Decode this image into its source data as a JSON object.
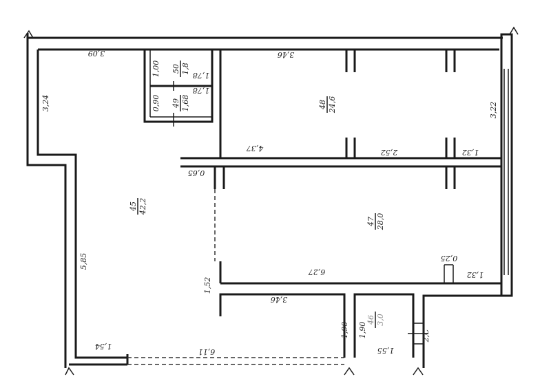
{
  "plan": {
    "rooms": [
      {
        "number": "45",
        "area": "42,2"
      },
      {
        "number": "47",
        "area": "28,0"
      },
      {
        "number": "48",
        "area": "24,6"
      },
      {
        "number": "49",
        "area": "1,68"
      },
      {
        "number": "50",
        "area": "1,8"
      },
      {
        "number": "46",
        "area": "3,0"
      }
    ],
    "dimensions": [
      "3,09",
      "3,24",
      "1,00",
      "1,78",
      "0,90",
      "1,78",
      "3,46",
      "3,22",
      "4,37",
      "2,52",
      "1,32",
      "0,65",
      "5,85",
      "6,27",
      "0,25",
      "1,32",
      "1,52",
      "3,46",
      "1,90",
      "1,90",
      "1,54",
      "6,11",
      "1,55"
    ],
    "stair_label": "2,C"
  }
}
